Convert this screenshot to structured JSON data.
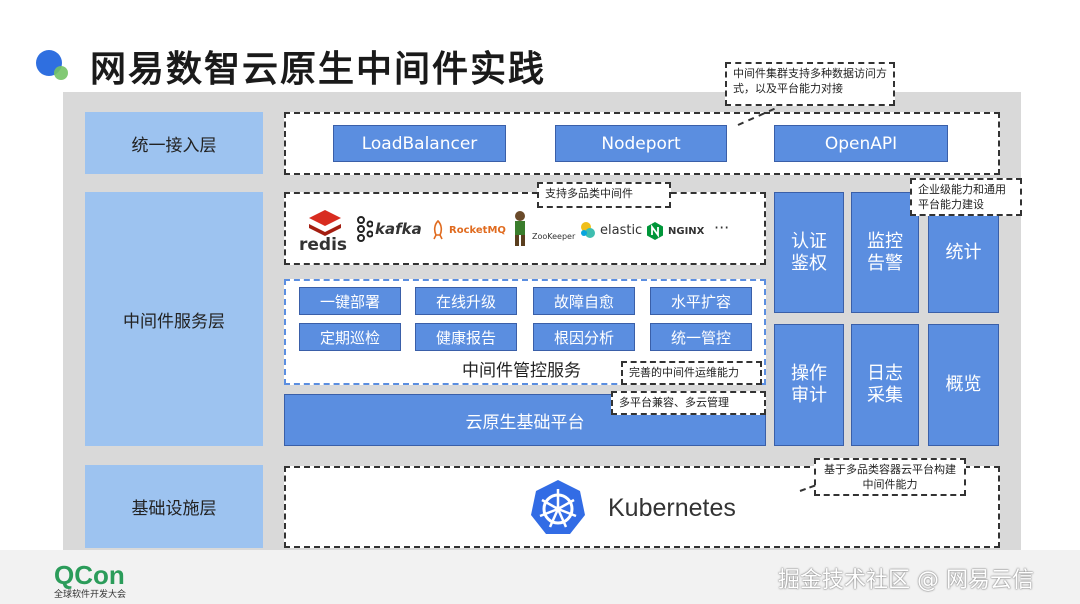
{
  "title": "网易数智云原生中间件实践",
  "layers": {
    "access": "统一接入层",
    "service": "中间件服务层",
    "infra": "基础设施层"
  },
  "access_buttons": [
    "LoadBalancer",
    "Nodeport",
    "OpenAPI"
  ],
  "logos": [
    "redis",
    "kafka",
    "RocketMQ",
    "ZooKeeper",
    "elastic",
    "NGINX",
    "···"
  ],
  "features": [
    "一键部署",
    "在线升级",
    "故障自愈",
    "水平扩容",
    "定期巡检",
    "健康报告",
    "根因分析",
    "统一管控"
  ],
  "mgmt_label": "中间件管控服务",
  "platform_label": "云原生基础平台",
  "tiles": [
    "认证鉴权",
    "监控告警",
    "统计",
    "操作审计",
    "日志采集",
    "概览"
  ],
  "kubernetes_label": "Kubernetes",
  "callouts": {
    "access": "中间件集群支持多种数据访问方式，以及平台能力对接",
    "multi": "支持多品类中间件",
    "enterprise": "企业级能力和通用平台能力建设",
    "ops": "完善的中间件运维能力",
    "compat": "多平台兼容、多云管理",
    "container": "基于多品类容器云平台构建中间件能力"
  },
  "footer": {
    "brand": "QCon",
    "brand_sub": "全球软件开发大会",
    "watermark": "掘金技术社区 @ 网易云信"
  },
  "colors": {
    "label_bg": "#9dc3f0",
    "button_bg": "#5b8ee0",
    "stage_bg": "#d9d9d9",
    "title_dot": "#2f6fe0"
  }
}
